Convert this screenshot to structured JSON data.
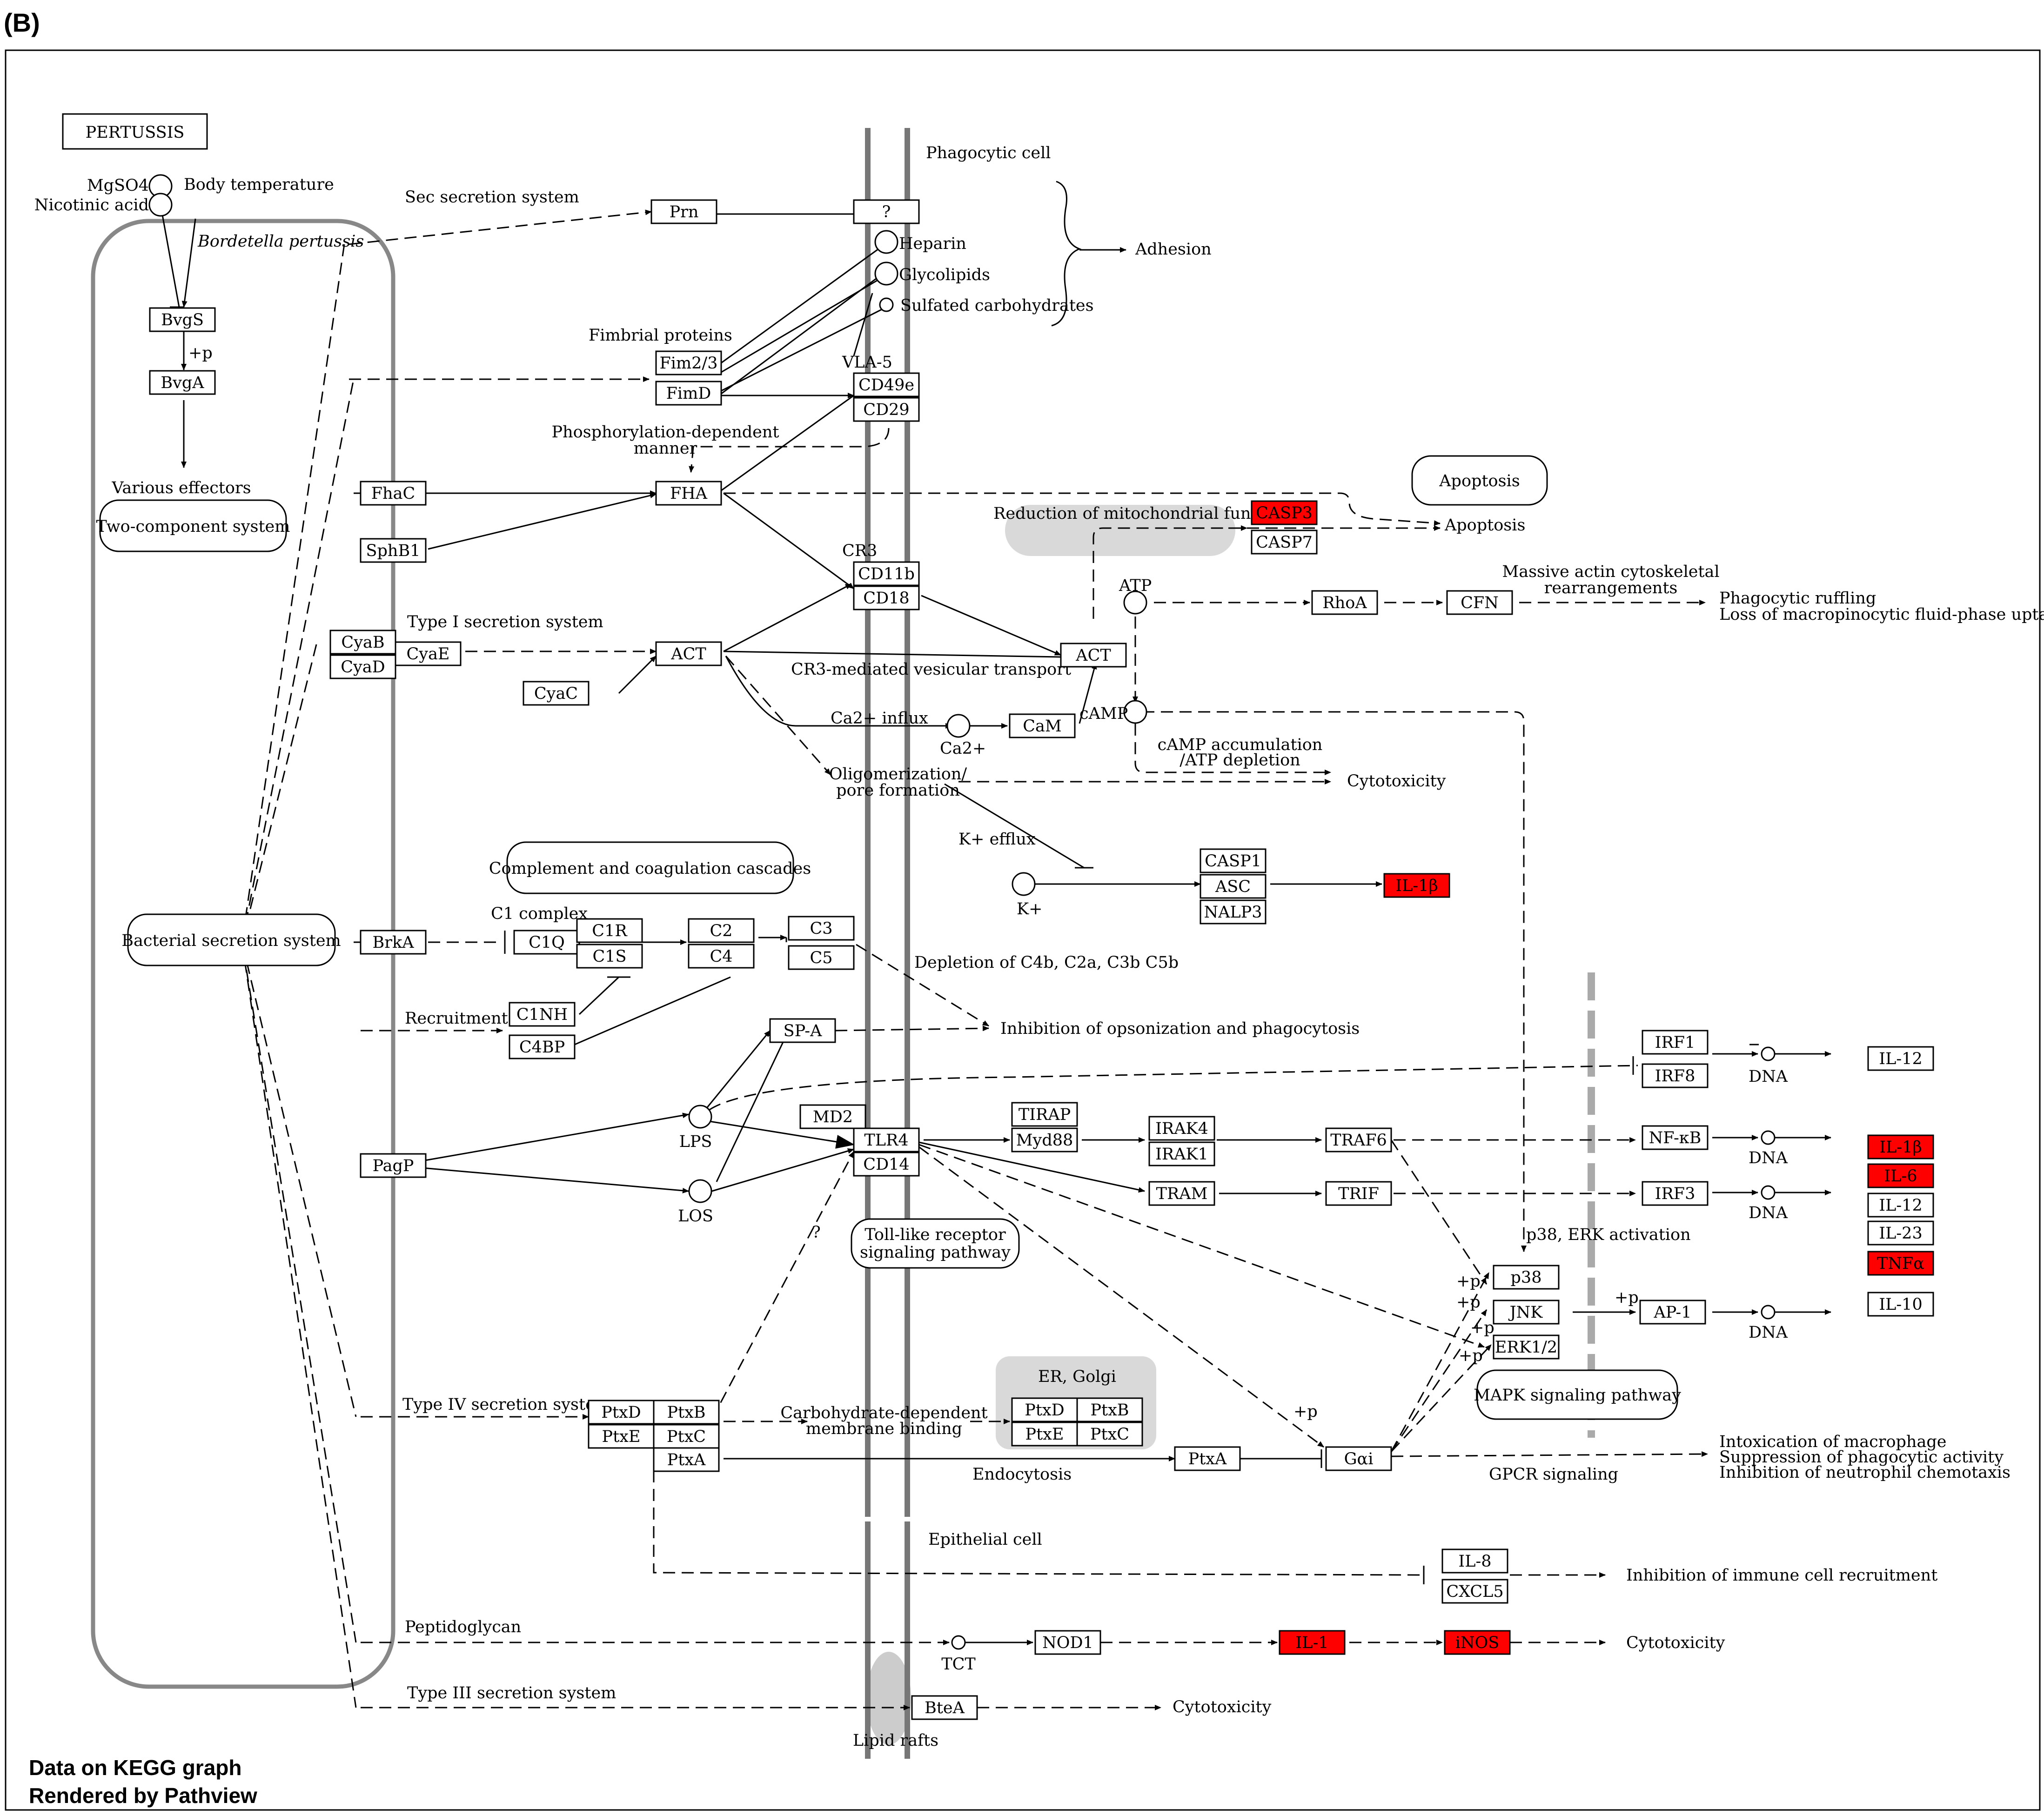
{
  "panel_label": "(B)",
  "footer": {
    "line1": "Data on KEGG graph",
    "line2": "Rendered by Pathview"
  },
  "colors": {
    "highlight": "#ff0000",
    "membrane": "#777777",
    "shade": "#d9d9d9"
  },
  "labels": {
    "pathway_title": "PERTUSSIS",
    "phagocytic_cell": "Phagocytic cell",
    "epithelial_cell": "Epithelial cell",
    "bordetella": "Bordetella pertussis",
    "mgso4": "MgSO4",
    "nicotinic": "Nicotinic acid",
    "body_temp": "Body temperature",
    "plus_p": "+p",
    "various_effectors": "Various effectors",
    "sec_secretion": "Sec secretion system",
    "fimbrial": "Fimbrial proteins",
    "phospho_dep1": "Phosphorylation-dependent",
    "phospho_dep2": "manner",
    "vla5": "VLA-5",
    "cr3": "CR3",
    "heparin": "Heparin",
    "glycolipids": "Glycolipids",
    "sulfated": "Sulfated carbohydrates",
    "adhesion": "Adhesion",
    "reduction_mito": "Reduction of mitochondrial function",
    "apoptosis": "Apoptosis",
    "atp": "ATP",
    "massive_actin1": "Massive actin cytoskeletal",
    "massive_actin2": "rearrangements",
    "phago_ruffling1": "Phagocytic ruffling",
    "phago_ruffling2": "Loss of macropinocytic fluid-phase uptake",
    "type1": "Type I secretion system",
    "cr3_transport": "CR3-mediated vesicular transport",
    "camp": "cAMP",
    "ca_influx": "Ca2+ influx",
    "ca": "Ca2+",
    "oligomer1": "Oligomerization/",
    "oligomer2": "pore formation",
    "camp_accum1": "cAMP accumulation",
    "camp_accum2": "/ATP depletion",
    "cytotoxicity": "Cytotoxicity",
    "k_efflux": "K+ efflux",
    "k": "K+",
    "c1complex": "C1 complex",
    "depletion": "Depletion of C4b, C2a, C3b C5b",
    "recruitment": "Recruitment",
    "inhibition_opson": "Inhibition of opsonization and phagocytosis",
    "lps": "LPS",
    "los": "LOS",
    "question": "?",
    "dna": "DNA",
    "p38_erk": "p38, ERK activation",
    "type4": "Type IV secretion system",
    "carb_dep1": "Carbohydrate-dependent",
    "carb_dep2": "membrane binding",
    "er_golgi": "ER, Golgi",
    "endocytosis": "Endocytosis",
    "gpcr": "GPCR signaling",
    "intox1": "Intoxication of macrophage",
    "intox2": "Suppression of phagocytic activity",
    "intox3": "Inhibition of neutrophil chemotaxis",
    "inhibition_immune": "Inhibition of immune cell recruitment",
    "peptidoglycan": "Peptidoglycan",
    "tct": "TCT",
    "type3": "Type III secretion system",
    "lipid_rafts": "Lipid rafts"
  },
  "rounded_boxes": {
    "two_component": "Two-component system",
    "bacterial_secretion": "Bacterial secretion system",
    "apoptosis_box": "Apoptosis",
    "complement": "Complement and coagulation cascades",
    "tlr_pathway1": "Toll-like receptor",
    "tlr_pathway2": "signaling pathway",
    "mapk": "MAPK signaling pathway"
  },
  "genes": {
    "bvgs": "BvgS",
    "bvga": "BvgA",
    "prn": "Prn",
    "q": "?",
    "fim23": "Fim2/3",
    "fimd": "FimD",
    "cd49e": "CD49e",
    "cd29": "CD29",
    "fhac": "FhaC",
    "fha": "FHA",
    "sphb1": "SphB1",
    "casp3": "CASP3",
    "casp7": "CASP7",
    "cd11b": "CD11b",
    "cd18": "CD18",
    "cyab": "CyaB",
    "cyad": "CyaD",
    "cyae": "CyaE",
    "cyac": "CyaC",
    "act1": "ACT",
    "act2": "ACT",
    "rhoa": "RhoA",
    "cfn": "CFN",
    "cam": "CaM",
    "casp1": "CASP1",
    "asc": "ASC",
    "nalp3": "NALP3",
    "il1b_a": "IL-1β",
    "brka": "BrkA",
    "c1q": "C1Q",
    "c1r": "C1R",
    "c1s": "C1S",
    "c2": "C2",
    "c4": "C4",
    "c3": "C3",
    "c5": "C5",
    "c1nh": "C1NH",
    "c4bp": "C4BP",
    "spa": "SP-A",
    "irf1": "IRF1",
    "irf8": "IRF8",
    "il12a": "IL-12",
    "md2": "MD2",
    "tlr4": "TLR4",
    "cd14": "CD14",
    "tirap": "TIRAP",
    "myd88": "Myd88",
    "irak4": "IRAK4",
    "irak1": "IRAK1",
    "traf6": "TRAF6",
    "nfkb": "NF-κB",
    "il1b_b": "IL-1β",
    "il6": "IL-6",
    "pagp": "PagP",
    "tram": "TRAM",
    "trif": "TRIF",
    "irf3": "IRF3",
    "il12b": "IL-12",
    "il23": "IL-23",
    "tnfa": "TNFα",
    "p38": "p38",
    "jnk": "JNK",
    "erk": "ERK1/2",
    "ap1": "AP-1",
    "il10": "IL-10",
    "ptxd1": "PtxD",
    "ptxb1": "PtxB",
    "ptxe1": "PtxE",
    "ptxc1": "PtxC",
    "ptxa1": "PtxA",
    "ptxd2": "PtxD",
    "ptxb2": "PtxB",
    "ptxe2": "PtxE",
    "ptxc2": "PtxC",
    "ptxa2": "PtxA",
    "gai": "Gαi",
    "il8": "IL-8",
    "cxcl5": "CXCL5",
    "nod1": "NOD1",
    "il1": "IL-1",
    "inos": "iNOS",
    "btea": "BteA"
  }
}
